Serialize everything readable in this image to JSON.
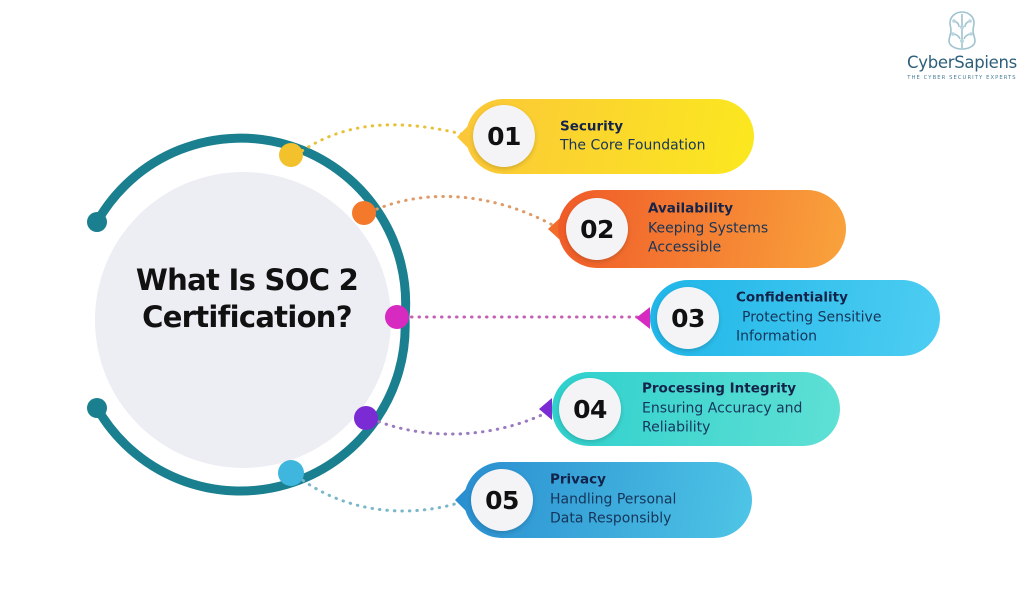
{
  "brand": {
    "name": "CyberSapiens",
    "tagline": "THE CYBER SECURITY EXPERTS",
    "logo_icon": "brain-circuit-icon",
    "logo_color": "#2e5f7a"
  },
  "center": {
    "title_line1": "What Is SOC 2",
    "title_line2": "Certification?",
    "ring_color": "#1a7f8e",
    "inner_circle_color": "#eceef4"
  },
  "chart_data": {
    "type": "diagram",
    "title": "What Is SOC 2 Certification?",
    "layout": "radial-list",
    "items": [
      {
        "number": "01",
        "title": "Security",
        "subtitle": "The Core Foundation",
        "dot_color": "#f2c12b",
        "card_from": "#fbc738",
        "card_to": "#fbe81f",
        "connector_color": "#e8c13a"
      },
      {
        "number": "02",
        "title": "Availability",
        "subtitle_line1": "Keeping Systems",
        "subtitle_line2": "Accessible",
        "dot_color": "#f4792b",
        "card_from": "#f05a28",
        "card_to": "#f9a33c",
        "connector_color": "#e09a66"
      },
      {
        "number": "03",
        "title": "Confidentiality",
        "subtitle_line1": "Protecting Sensitive",
        "subtitle_line2": "Information",
        "dot_color": "#d62ac0",
        "card_from": "#1fb6e8",
        "card_to": "#4ecdf2",
        "connector_color": "#c55fb5"
      },
      {
        "number": "04",
        "title": "Processing Integrity",
        "subtitle_line1": "Ensuring Accuracy and",
        "subtitle_line2": "Reliability",
        "dot_color": "#7b2bd4",
        "card_from": "#2fd0cd",
        "card_to": "#5fe0d4",
        "connector_color": "#9b7ac0"
      },
      {
        "number": "05",
        "title": "Privacy",
        "subtitle_line1": "Handling Personal",
        "subtitle_line2": "Data Responsibly",
        "dot_color": "#3fb6dd",
        "card_from": "#2a8fd0",
        "card_to": "#4ec5e6",
        "connector_color": "#79b7c9"
      }
    ]
  }
}
